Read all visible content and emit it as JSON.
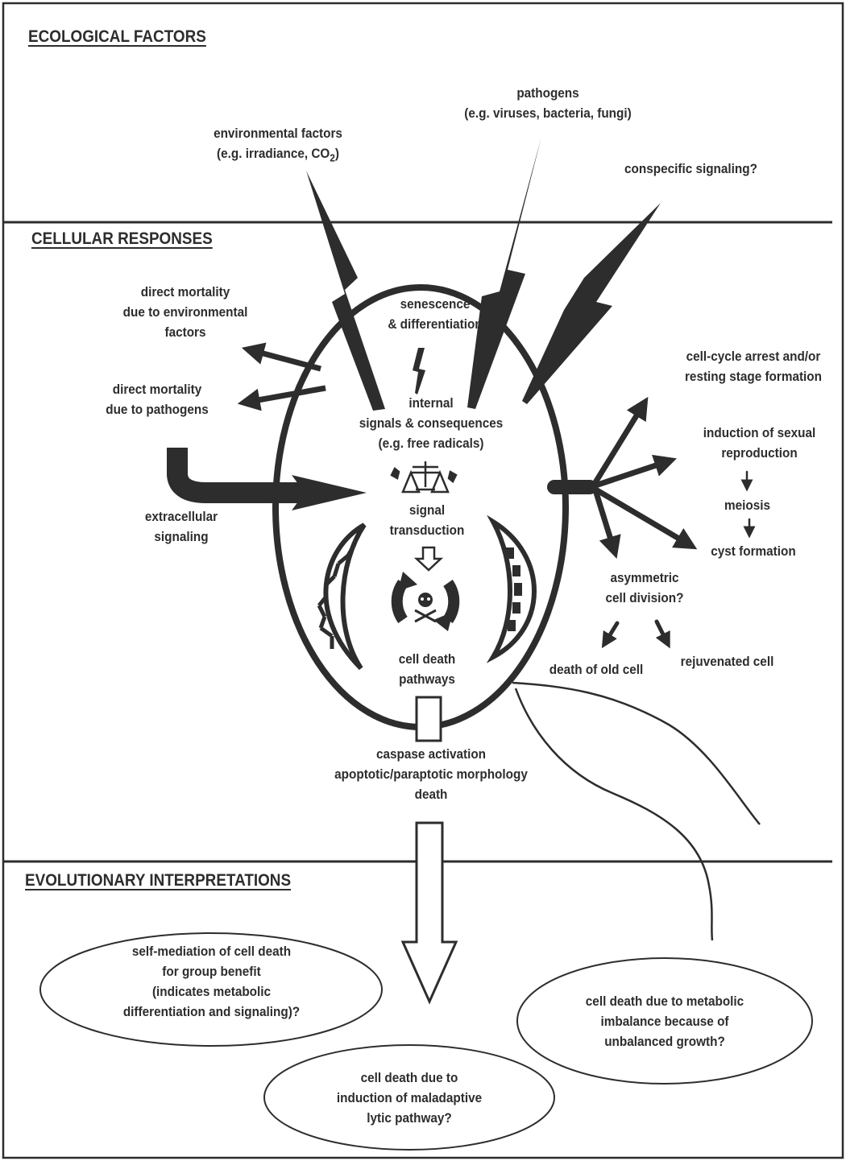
{
  "sections": {
    "ecological": "ECOLOGICAL FACTORS",
    "cellular": "CELLULAR RESPONSES",
    "evolutionary": "EVOLUTIONARY INTERPRETATIONS"
  },
  "ecological": {
    "pathogens_1": "pathogens",
    "pathogens_2": "(e.g. viruses, bacteria, fungi)",
    "environmental_1": "environmental factors",
    "environmental_2a": "(e.g. irradiance, CO",
    "environmental_2sub": "2",
    "environmental_2b": ")",
    "conspecific": "conspecific signaling?"
  },
  "cellular": {
    "direct_env": [
      "direct mortality",
      "due to environmental",
      "factors"
    ],
    "direct_path": [
      "direct mortality",
      "due to pathogens"
    ],
    "extracellular": [
      "extracellular",
      "signaling"
    ],
    "senescence": [
      "senescence",
      "& differentiation"
    ],
    "internal": [
      "internal",
      "signals & consequences",
      "(e.g. free radicals)"
    ],
    "transduction": [
      "signal",
      "transduction"
    ],
    "death_pathways": [
      "cell death",
      "pathways"
    ],
    "arrest": [
      "cell-cycle arrest and/or",
      "resting stage formation"
    ],
    "sexual": [
      "induction of sexual",
      "reproduction"
    ],
    "meiosis": "meiosis",
    "cyst": "cyst formation",
    "asymmetric": [
      "asymmetric",
      "cell division?"
    ],
    "old_cell": "death of old cell",
    "rejuvenated": "rejuvenated cell",
    "caspase": [
      "caspase activation",
      "apoptotic/paraptotic morphology",
      "death"
    ]
  },
  "evolutionary": {
    "self_mediation": [
      "self-mediation of cell death",
      "for group benefit",
      "(indicates metabolic",
      "differentiation and signaling)?"
    ],
    "imbalance": [
      "cell death due to metabolic",
      "imbalance because of",
      "unbalanced growth?"
    ],
    "maladaptive": [
      "cell death due to",
      "induction of maladaptive",
      "lytic pathway?"
    ]
  },
  "colors": {
    "ink": "#2d2d2d",
    "background": "#ffffff"
  }
}
